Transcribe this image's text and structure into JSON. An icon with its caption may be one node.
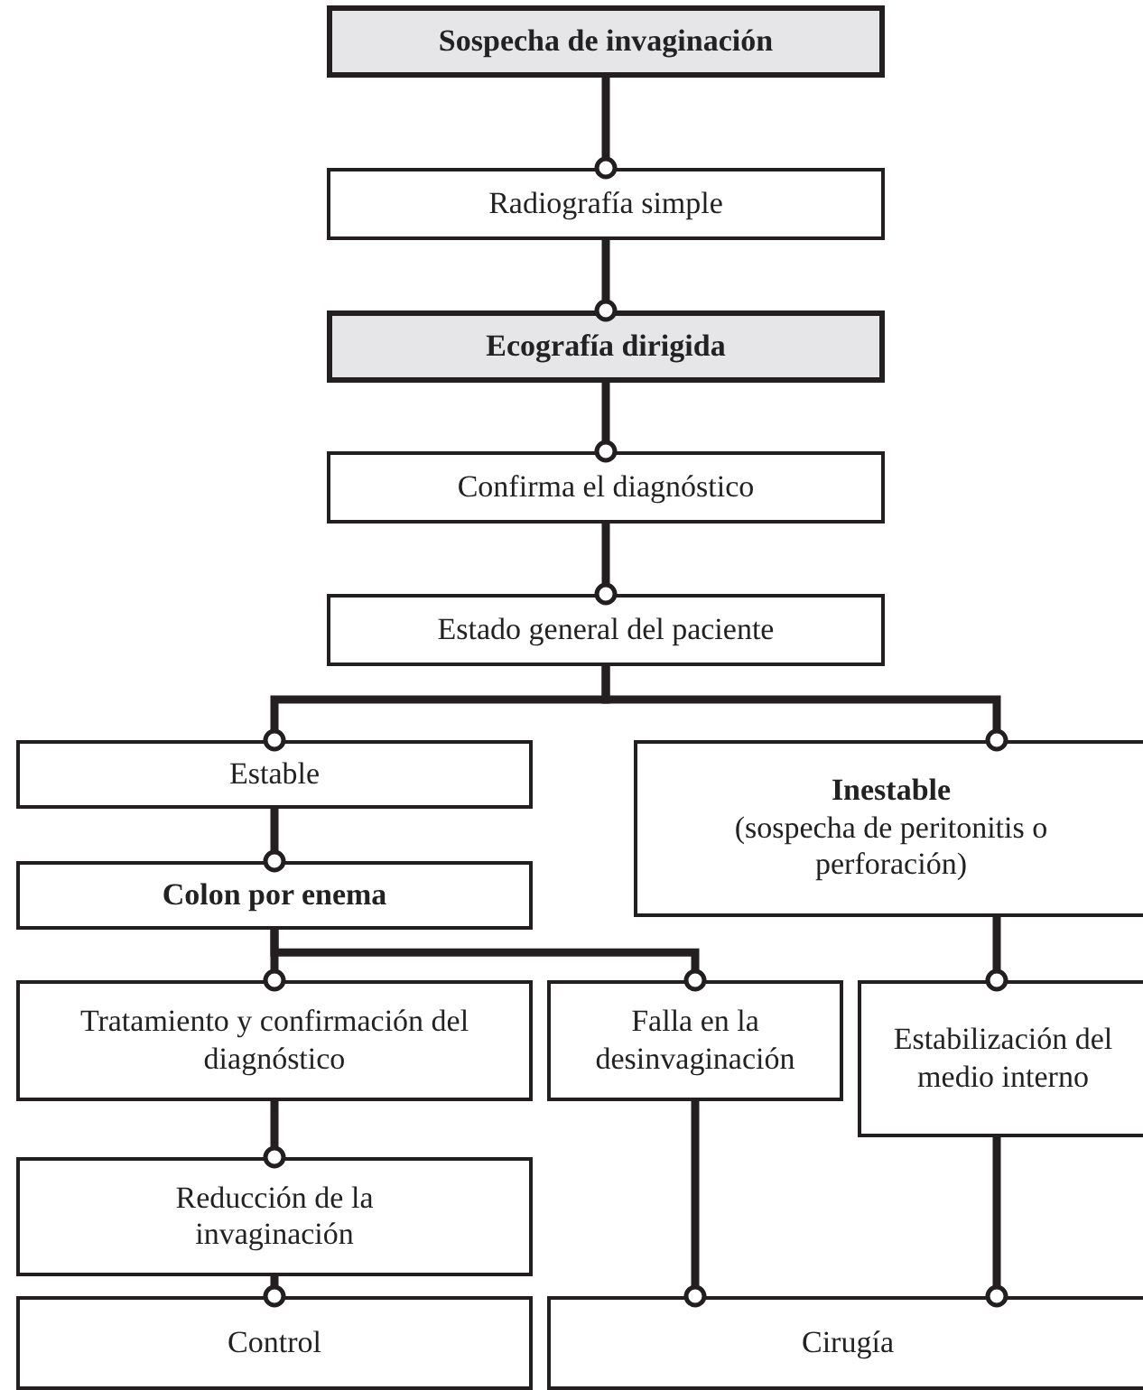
{
  "diagram": {
    "nodes": [
      {
        "text": [
          "Sospecha de invaginación"
        ]
      },
      {
        "text": [
          "Radiografía simple"
        ]
      },
      {
        "text": [
          "Ecografía dirigida"
        ]
      },
      {
        "text": [
          "Confirma el diagnóstico"
        ]
      },
      {
        "text": [
          "Estado general del paciente"
        ]
      },
      {
        "text": [
          "Estable"
        ]
      },
      {
        "text": [
          "Inestable",
          "(sospecha de peritonitis o perforación)"
        ]
      },
      {
        "text": [
          "Colon por enema"
        ]
      },
      {
        "text": [
          "Tratamiento y confirmación del diagnóstico"
        ]
      },
      {
        "text": [
          "Falla en la desinvaginación"
        ]
      },
      {
        "text": [
          "Estabilización del medio interno"
        ]
      },
      {
        "text": [
          "Reducción de la invaginación"
        ]
      },
      {
        "text": [
          "Control"
        ]
      },
      {
        "text": [
          "Cirugía"
        ]
      }
    ],
    "edges": [
      {
        "from": 0,
        "to": 1,
        "arrow": "other"
      },
      {
        "from": 1,
        "to": 2,
        "arrow": "other"
      },
      {
        "from": 2,
        "to": 3,
        "arrow": "other"
      },
      {
        "from": 3,
        "to": 4,
        "arrow": "other"
      },
      {
        "from": 4,
        "to": 5,
        "arrow": "other"
      },
      {
        "from": 4,
        "to": 6,
        "arrow": "other"
      },
      {
        "from": 5,
        "to": 7,
        "arrow": "other"
      },
      {
        "from": 7,
        "to": 8,
        "arrow": "other"
      },
      {
        "from": 7,
        "to": 9,
        "arrow": "other"
      },
      {
        "from": 6,
        "to": 10,
        "arrow": "other"
      },
      {
        "from": 8,
        "to": 11,
        "arrow": "other"
      },
      {
        "from": 11,
        "to": 12,
        "arrow": "other"
      },
      {
        "from": 9,
        "to": 13,
        "arrow": "other"
      },
      {
        "from": 10,
        "to": 13,
        "arrow": "other"
      }
    ]
  }
}
